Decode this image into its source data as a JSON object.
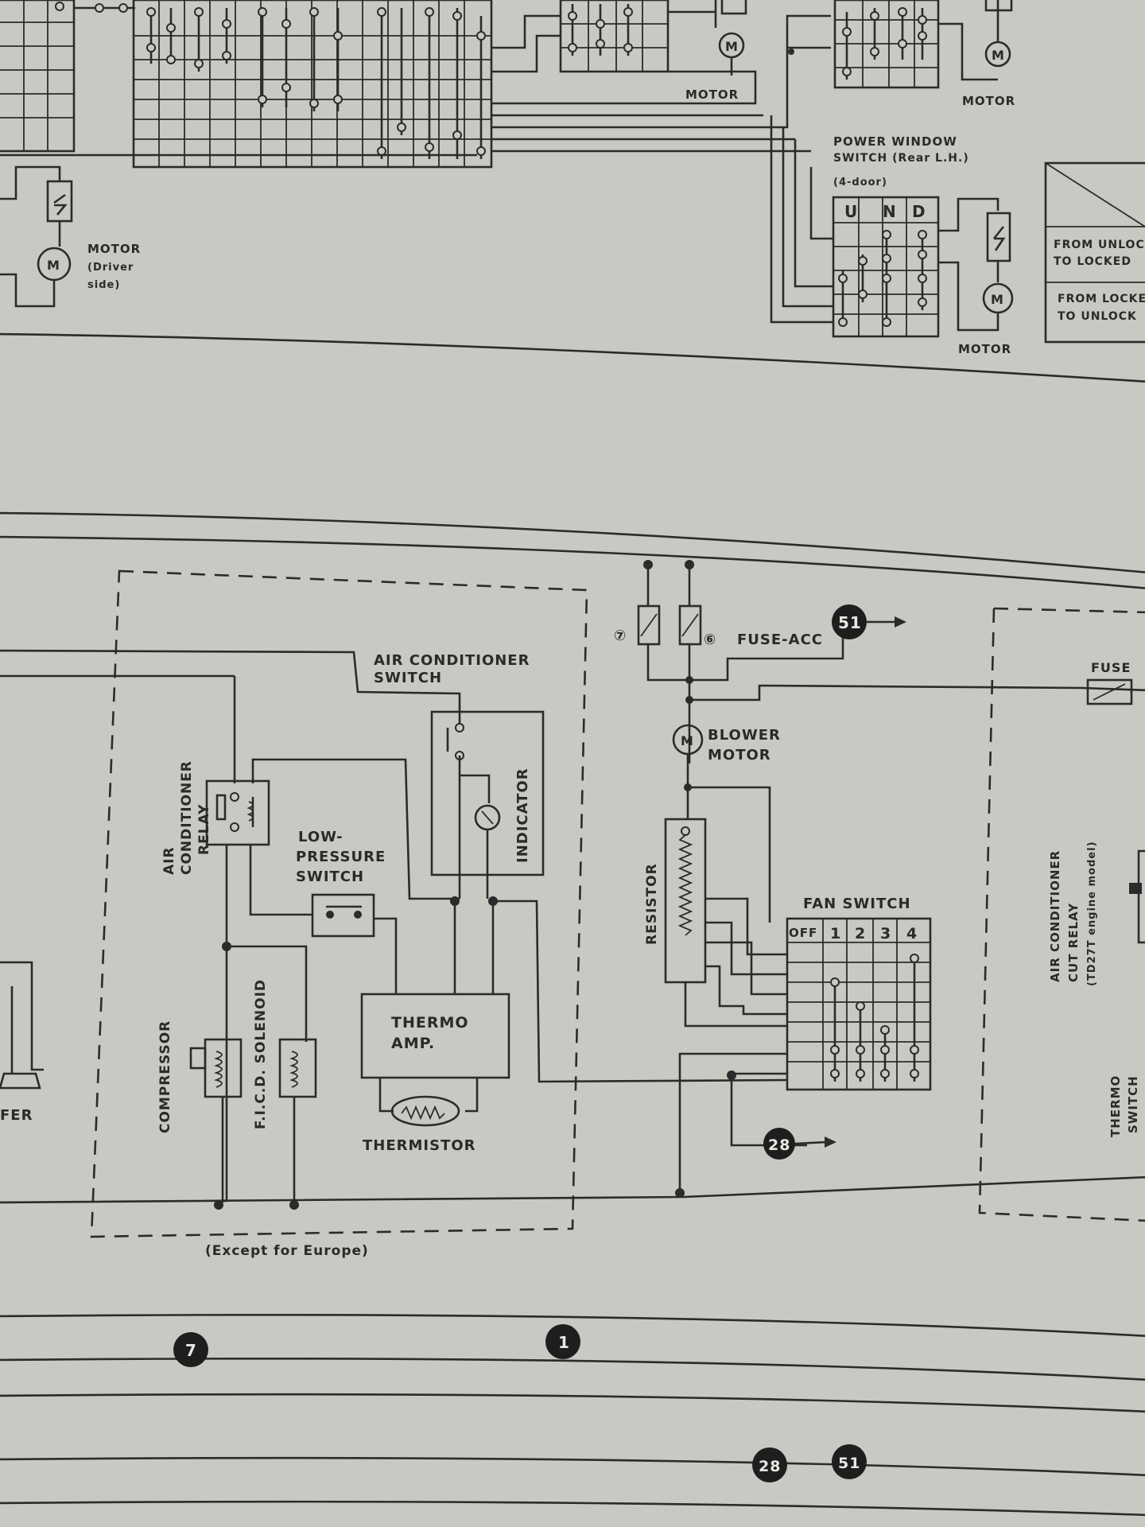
{
  "upper": {
    "motor_top_1": "MOTOR",
    "motor_top_2": "MOTOR",
    "power_window_switch": [
      "POWER WINDOW",
      "SWITCH (Rear L.H.)",
      "(4-door)"
    ],
    "switch_cols": [
      "U",
      "N",
      "D"
    ],
    "motor_driver": [
      "MOTOR",
      "(Driver",
      "side)"
    ],
    "motor_rear": "MOTOR",
    "lock_table": [
      "FROM UNLOCK",
      "TO LOCKED",
      "FROM LOCKED",
      "TO UNLOCK"
    ]
  },
  "ac": {
    "air_conditioner_switch": [
      "AIR CONDITIONER",
      "SWITCH"
    ],
    "air_conditioner_relay": [
      "AIR",
      "CONDITIONER",
      "RELAY"
    ],
    "low_pressure_switch": [
      "LOW-",
      "PRESSURE",
      "SWITCH"
    ],
    "indicator": "INDICATOR",
    "thermo_amp": [
      "THERMO",
      "AMP."
    ],
    "thermistor": "THERMISTOR",
    "compressor": "COMPRESSOR",
    "ficd_solenoid": "F.I.C.D. SOLENOID",
    "except_note": "(Except for Europe)",
    "fuse_acc": "FUSE-ACC",
    "fuse_marks": [
      "⑦",
      "⑥"
    ],
    "blower_motor": [
      "BLOWER",
      "MOTOR"
    ],
    "resistor": "RESISTOR",
    "fan_switch": "FAN SWITCH",
    "fan_positions": [
      "OFF",
      "1",
      "2",
      "3",
      "4"
    ],
    "fuse": "FUSE",
    "cut_relay": [
      "AIR CONDITIONER",
      "CUT RELAY",
      "(TD27T engine model)"
    ],
    "thermo_switch": [
      "THERMO",
      "SWITCH"
    ],
    "fer_fragment": "FER"
  },
  "badges": {
    "b51_top": "51",
    "b28_mid": "28",
    "b7": "7",
    "b1": "1",
    "b28_bottom": "28",
    "b51_bottom": "51"
  },
  "colors": {
    "paper": "#c9c9c3",
    "ink": "#2b2b2b"
  }
}
